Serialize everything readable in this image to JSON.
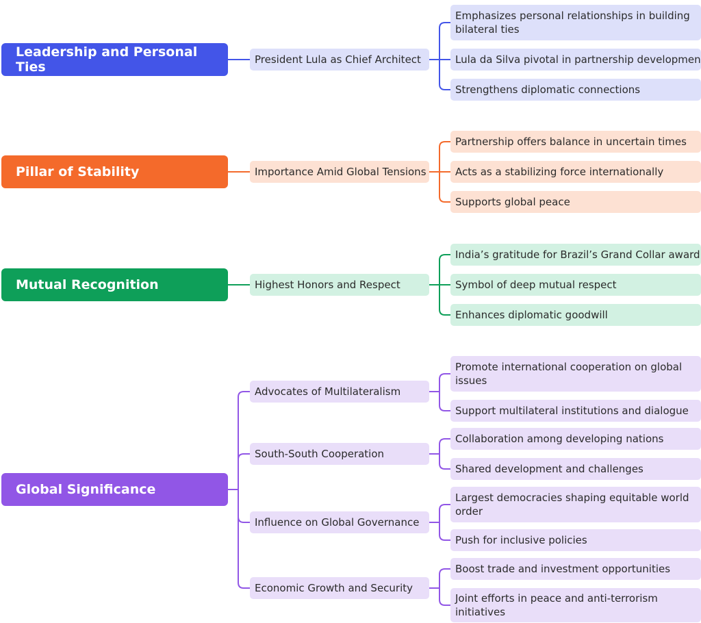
{
  "colors": {
    "blue": "#4355e8",
    "orange": "#f46a2b",
    "green": "#0e9f59",
    "purple": "#9156e6"
  },
  "branches": [
    {
      "title": "Leadership and Personal Ties",
      "theme": "blue",
      "children": [
        {
          "label": "President Lula as Chief Architect",
          "leaves": [
            "Emphasizes personal relationships in building bilateral ties",
            "Lula da Silva pivotal in partnership development",
            "Strengthens diplomatic connections"
          ]
        }
      ]
    },
    {
      "title": "Pillar of Stability",
      "theme": "orange",
      "children": [
        {
          "label": "Importance Amid Global Tensions",
          "leaves": [
            "Partnership offers balance in uncertain times",
            "Acts as a stabilizing force internationally",
            "Supports global peace"
          ]
        }
      ]
    },
    {
      "title": "Mutual Recognition",
      "theme": "green",
      "children": [
        {
          "label": "Highest Honors and Respect",
          "leaves": [
            "India’s gratitude for Brazil’s Grand Collar award",
            "Symbol of deep mutual respect",
            "Enhances diplomatic goodwill"
          ]
        }
      ]
    },
    {
      "title": "Global Significance",
      "theme": "purple",
      "children": [
        {
          "label": "Advocates of Multilateralism",
          "leaves": [
            "Promote international cooperation on global issues",
            "Support multilateral institutions and dialogue"
          ]
        },
        {
          "label": "South-South Cooperation",
          "leaves": [
            "Collaboration among developing nations",
            "Shared development and challenges"
          ]
        },
        {
          "label": "Influence on Global Governance",
          "leaves": [
            "Largest democracies shaping equitable world order",
            "Push for inclusive policies"
          ]
        },
        {
          "label": "Economic Growth and Security",
          "leaves": [
            "Boost trade and investment opportunities",
            "Joint efforts in peace and anti-terrorism initiatives"
          ]
        }
      ]
    }
  ]
}
